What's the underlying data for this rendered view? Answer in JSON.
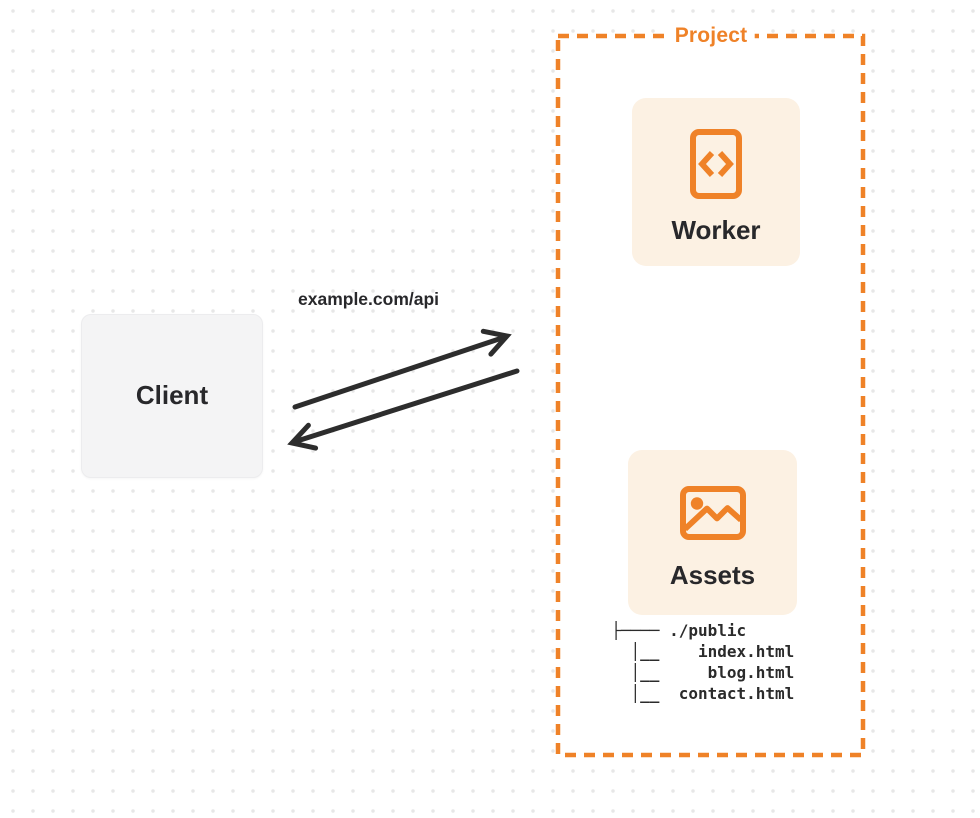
{
  "colors": {
    "accent": "#ef8228",
    "card_cream": "#fcf1e3",
    "card_gray": "#f4f4f5",
    "ink": "#28282b",
    "arrow": "#2d2d2d",
    "dot": "#e7e7e7",
    "surface": "#ffffff"
  },
  "client": {
    "label": "Client"
  },
  "request_arrow": {
    "label": "example.com/api"
  },
  "project": {
    "label": "Project",
    "worker": {
      "label": "Worker",
      "icon": "code-file-icon"
    },
    "assets": {
      "label": "Assets",
      "icon": "picture-icon"
    },
    "file_tree": [
      "  ├──── ./public",
      "    │__    index.html",
      "    │__     blog.html",
      "    │__  contact.html"
    ]
  }
}
